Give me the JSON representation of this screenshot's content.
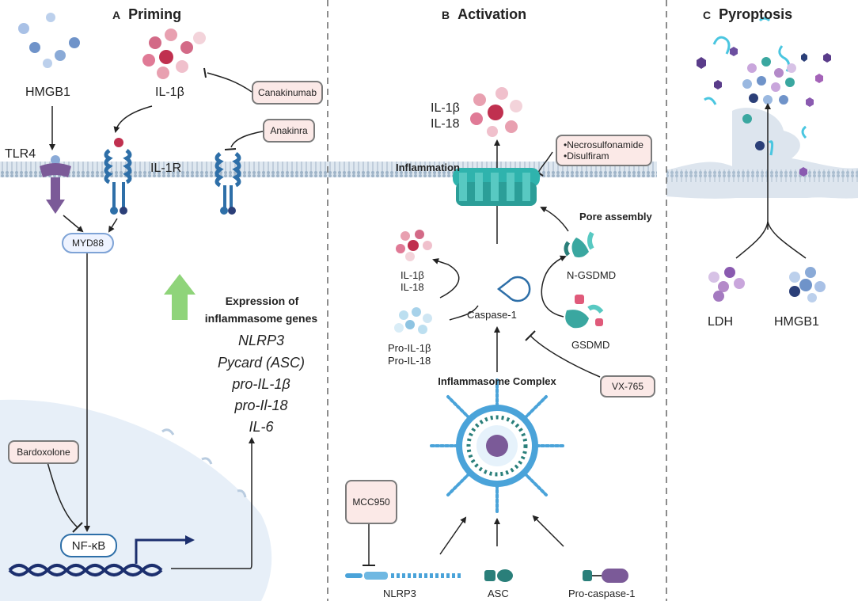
{
  "panels": {
    "a": {
      "letter": "A",
      "title": "Priming"
    },
    "b": {
      "letter": "B",
      "title": "Activation"
    },
    "c": {
      "letter": "C",
      "title": "Pyroptosis"
    }
  },
  "priming": {
    "hmgb1": "HMGB1",
    "il1b": "IL-1β",
    "tlr4": "TLR4",
    "il1r": "IL-1R",
    "myd88": "MYD88",
    "nfkb": "NF-κB",
    "expression_title_1": "Expression of",
    "expression_title_2": "inflammasome genes",
    "genes": [
      "NLRP3",
      "Pycard (ASC)",
      "pro-IL-1β",
      "pro-Il-18",
      "IL-6"
    ],
    "drugs": {
      "canakinumab": "Canakinumab",
      "anakinra": "Anakinra",
      "bardoxolone": "Bardoxolone"
    }
  },
  "activation": {
    "released_1": "IL-1β",
    "released_2": "IL-18",
    "inflammation": "Inflammation",
    "pore_assembly": "Pore assembly",
    "mature_1": "IL-1β",
    "mature_2": "IL-18",
    "pro_1": "Pro-IL-1β",
    "pro_2": "Pro-IL-18",
    "caspase1": "Caspase-1",
    "ngsdmd": "N-GSDMD",
    "gsdmd": "GSDMD",
    "complex": "Inflammasome Complex",
    "nlrp3": "NLRP3",
    "asc": "ASC",
    "procaspase": "Pro-caspase-1",
    "drugs": {
      "necro": "•Necrosulfonamide",
      "disulfiram": "•Disulfiram",
      "vx765": "VX-765",
      "mcc950": "MCC950"
    }
  },
  "pyroptosis": {
    "ldh": "LDH",
    "hmgb1": "HMGB1"
  },
  "colors": {
    "membrane": "#c9d6e3",
    "nucleus": "#e7eff8",
    "il1b": "#e8a0b0",
    "hmgb1": "#6f93c9",
    "tlr4": "#7b5a98",
    "receptor": "#2e6fa8",
    "gsdmd": "#3aa7a0",
    "pore": "#2fb3ad",
    "ldh": "#b48ac9",
    "arrow_up": "#8fd47a",
    "inflammasome": "#4aa3d9"
  }
}
